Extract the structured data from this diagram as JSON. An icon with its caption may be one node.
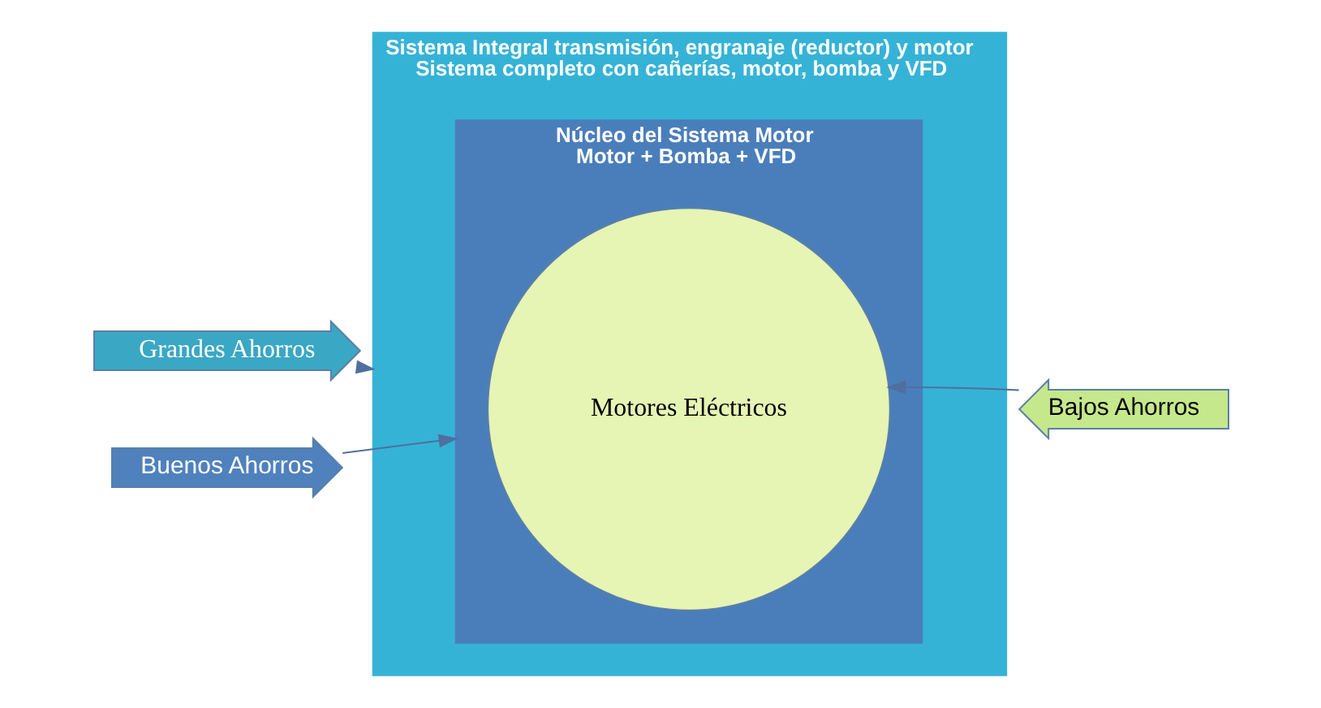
{
  "diagram": {
    "nodes": [
      {
        "text": [
          "Sistema Integral transmisión, engranaje (reductor) y motor",
          "Sistema completo con cañerías, motor, bomba y VFD"
        ]
      },
      {
        "text": [
          "Núcleo del Sistema Motor",
          "Motor + Bomba + VFD"
        ],
        "in": 0
      },
      {
        "text": [
          "Motores Eléctricos"
        ],
        "in": 1
      },
      {
        "text": [
          "Grandes Ahorros"
        ]
      },
      {
        "text": [
          "Buenos Ahorros"
        ]
      },
      {
        "text": [
          "Bajos Ahorros"
        ]
      }
    ],
    "edges": [
      {
        "from": 3,
        "to": 0,
        "arrow": "to"
      },
      {
        "from": 4,
        "to": 1,
        "arrow": "to"
      },
      {
        "from": 5,
        "to": 2,
        "arrow": "to"
      }
    ]
  }
}
